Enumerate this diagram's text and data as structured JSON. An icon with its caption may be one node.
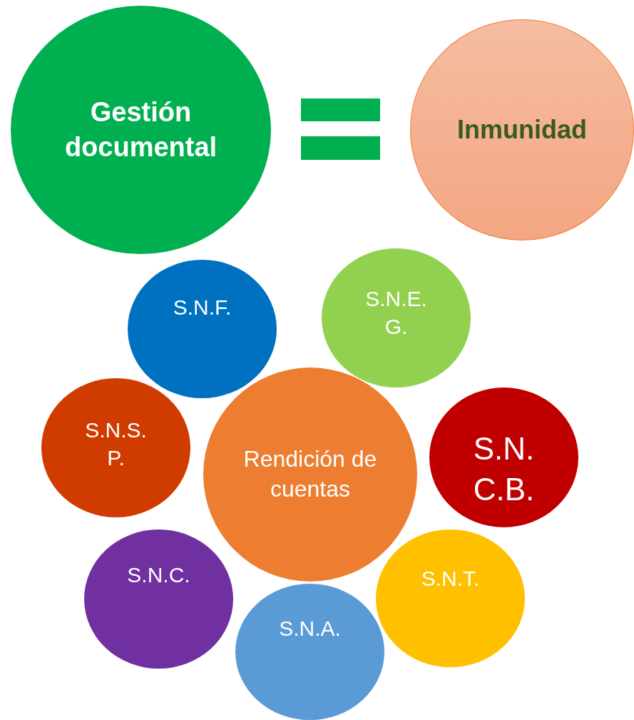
{
  "diagram": {
    "nodes": [
      {
        "text": [
          "Gestión documental"
        ]
      },
      {
        "text": [
          "Inmunidad"
        ]
      },
      {
        "text": [
          "S.N.F."
        ]
      },
      {
        "text": [
          "S.N.E. G."
        ]
      },
      {
        "text": [
          "S.N.S. P."
        ]
      },
      {
        "text": [
          "Rendición de cuentas"
        ]
      },
      {
        "text": [
          "S.N. C.B."
        ]
      },
      {
        "text": [
          "S.N.C."
        ]
      },
      {
        "text": [
          "S.N.T."
        ]
      },
      {
        "text": [
          "S.N.A."
        ]
      }
    ],
    "edges": []
  }
}
